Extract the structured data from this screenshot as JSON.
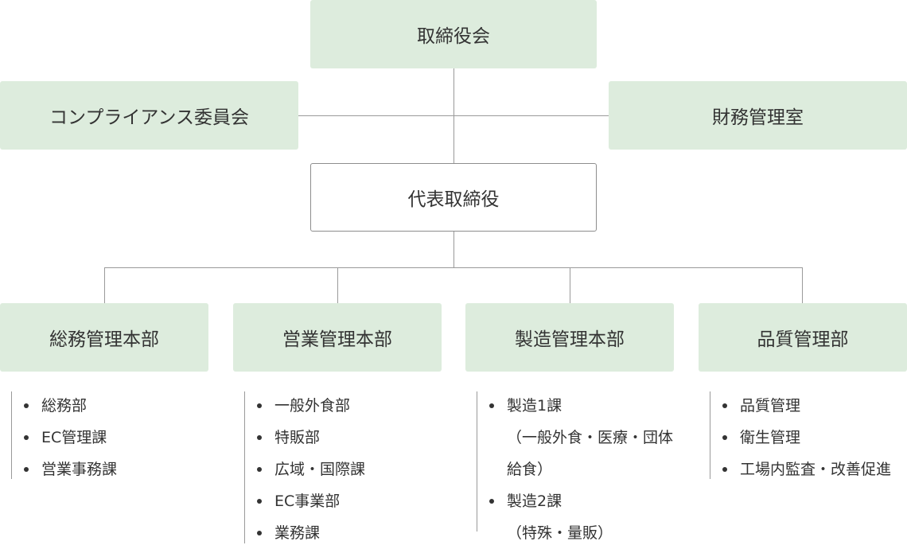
{
  "board": "取締役会",
  "compliance": "コンプライアンス委員会",
  "finance": "財務管理室",
  "ceo": "代表取締役",
  "departments": [
    {
      "title": "総務管理本部",
      "items": [
        [
          "総務部"
        ],
        [
          "EC管理課"
        ],
        [
          "営業事務課"
        ]
      ]
    },
    {
      "title": "営業管理本部",
      "items": [
        [
          "一般外食部"
        ],
        [
          "特販部"
        ],
        [
          "広域・国際課"
        ],
        [
          "EC事業部"
        ],
        [
          "業務課"
        ]
      ]
    },
    {
      "title": "製造管理本部",
      "items": [
        [
          "製造1課",
          "（一般外食・医療・団体",
          "給食）"
        ],
        [
          "製造2課",
          "（特殊・量販）"
        ]
      ]
    },
    {
      "title": "品質管理部",
      "items": [
        [
          "品質管理"
        ],
        [
          "衛生管理"
        ],
        [
          "工場内監査・改善促進"
        ]
      ]
    }
  ]
}
